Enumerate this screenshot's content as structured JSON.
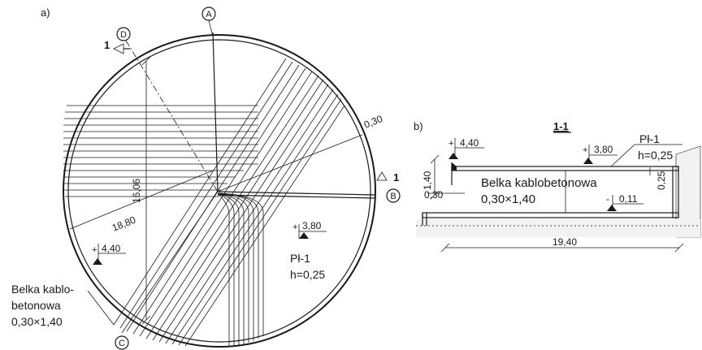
{
  "panel_a": {
    "label": "a)",
    "axis_labels": {
      "a": "A",
      "b": "B",
      "c": "C",
      "d": "D"
    },
    "section_marks": {
      "top": "1",
      "right": "1"
    },
    "dimensions": {
      "wall": "0,30",
      "chord": "16,06",
      "radius": "18,80"
    },
    "elevations": {
      "slab": "3,80",
      "beam": "4,40"
    },
    "level_sign": "+",
    "slab_name": "Pł-1",
    "slab_thickness": "h=0,25",
    "beam_note": [
      "Belka kablo-",
      "betonowa",
      "0,30×1,40"
    ]
  },
  "panel_b": {
    "label": "b)",
    "section_title": "1-1",
    "level_sign_plus": "+",
    "level_sign_minus": "-",
    "elev_beam_top": "4,40",
    "elev_slab_top": "3,80",
    "elev_floor": "0,11",
    "beam_height": "1,40",
    "beam_width": "0,30",
    "slab_thickness_dim": "0,25",
    "beam_label": "Belka kablobetonowa",
    "beam_size": "0,30×1,40",
    "slab_name": "Pł-1",
    "slab_thickness": "h=0,25",
    "span": "19,40"
  }
}
